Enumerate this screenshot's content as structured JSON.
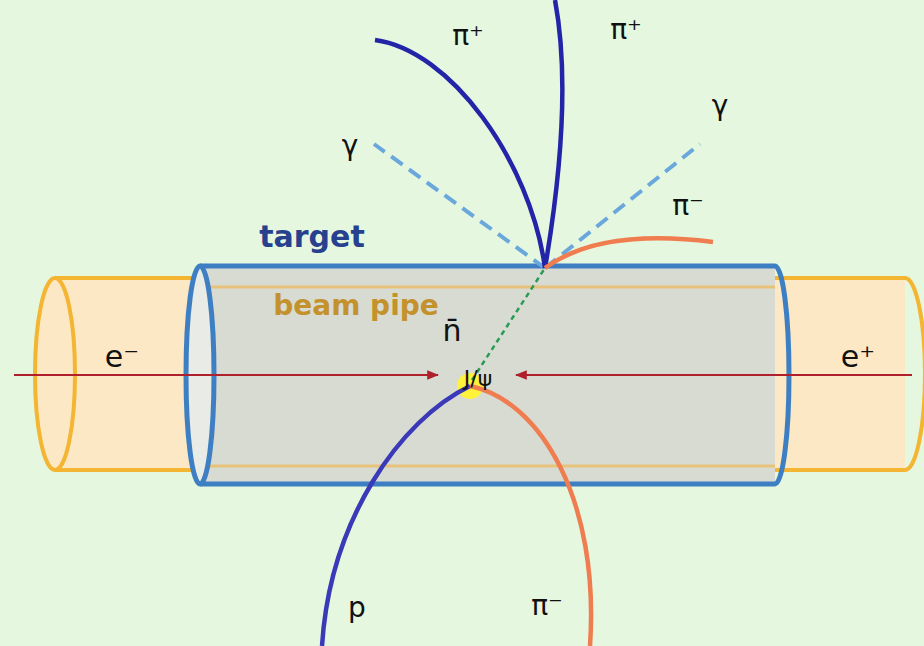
{
  "diagram": {
    "labels": [
      "π⁺",
      "π⁺",
      "γ",
      "γ",
      "π⁻",
      "target",
      "beam pipe",
      "n̄",
      "J/ψ",
      "e⁻",
      "e⁺",
      "p",
      "π⁻"
    ]
  }
}
